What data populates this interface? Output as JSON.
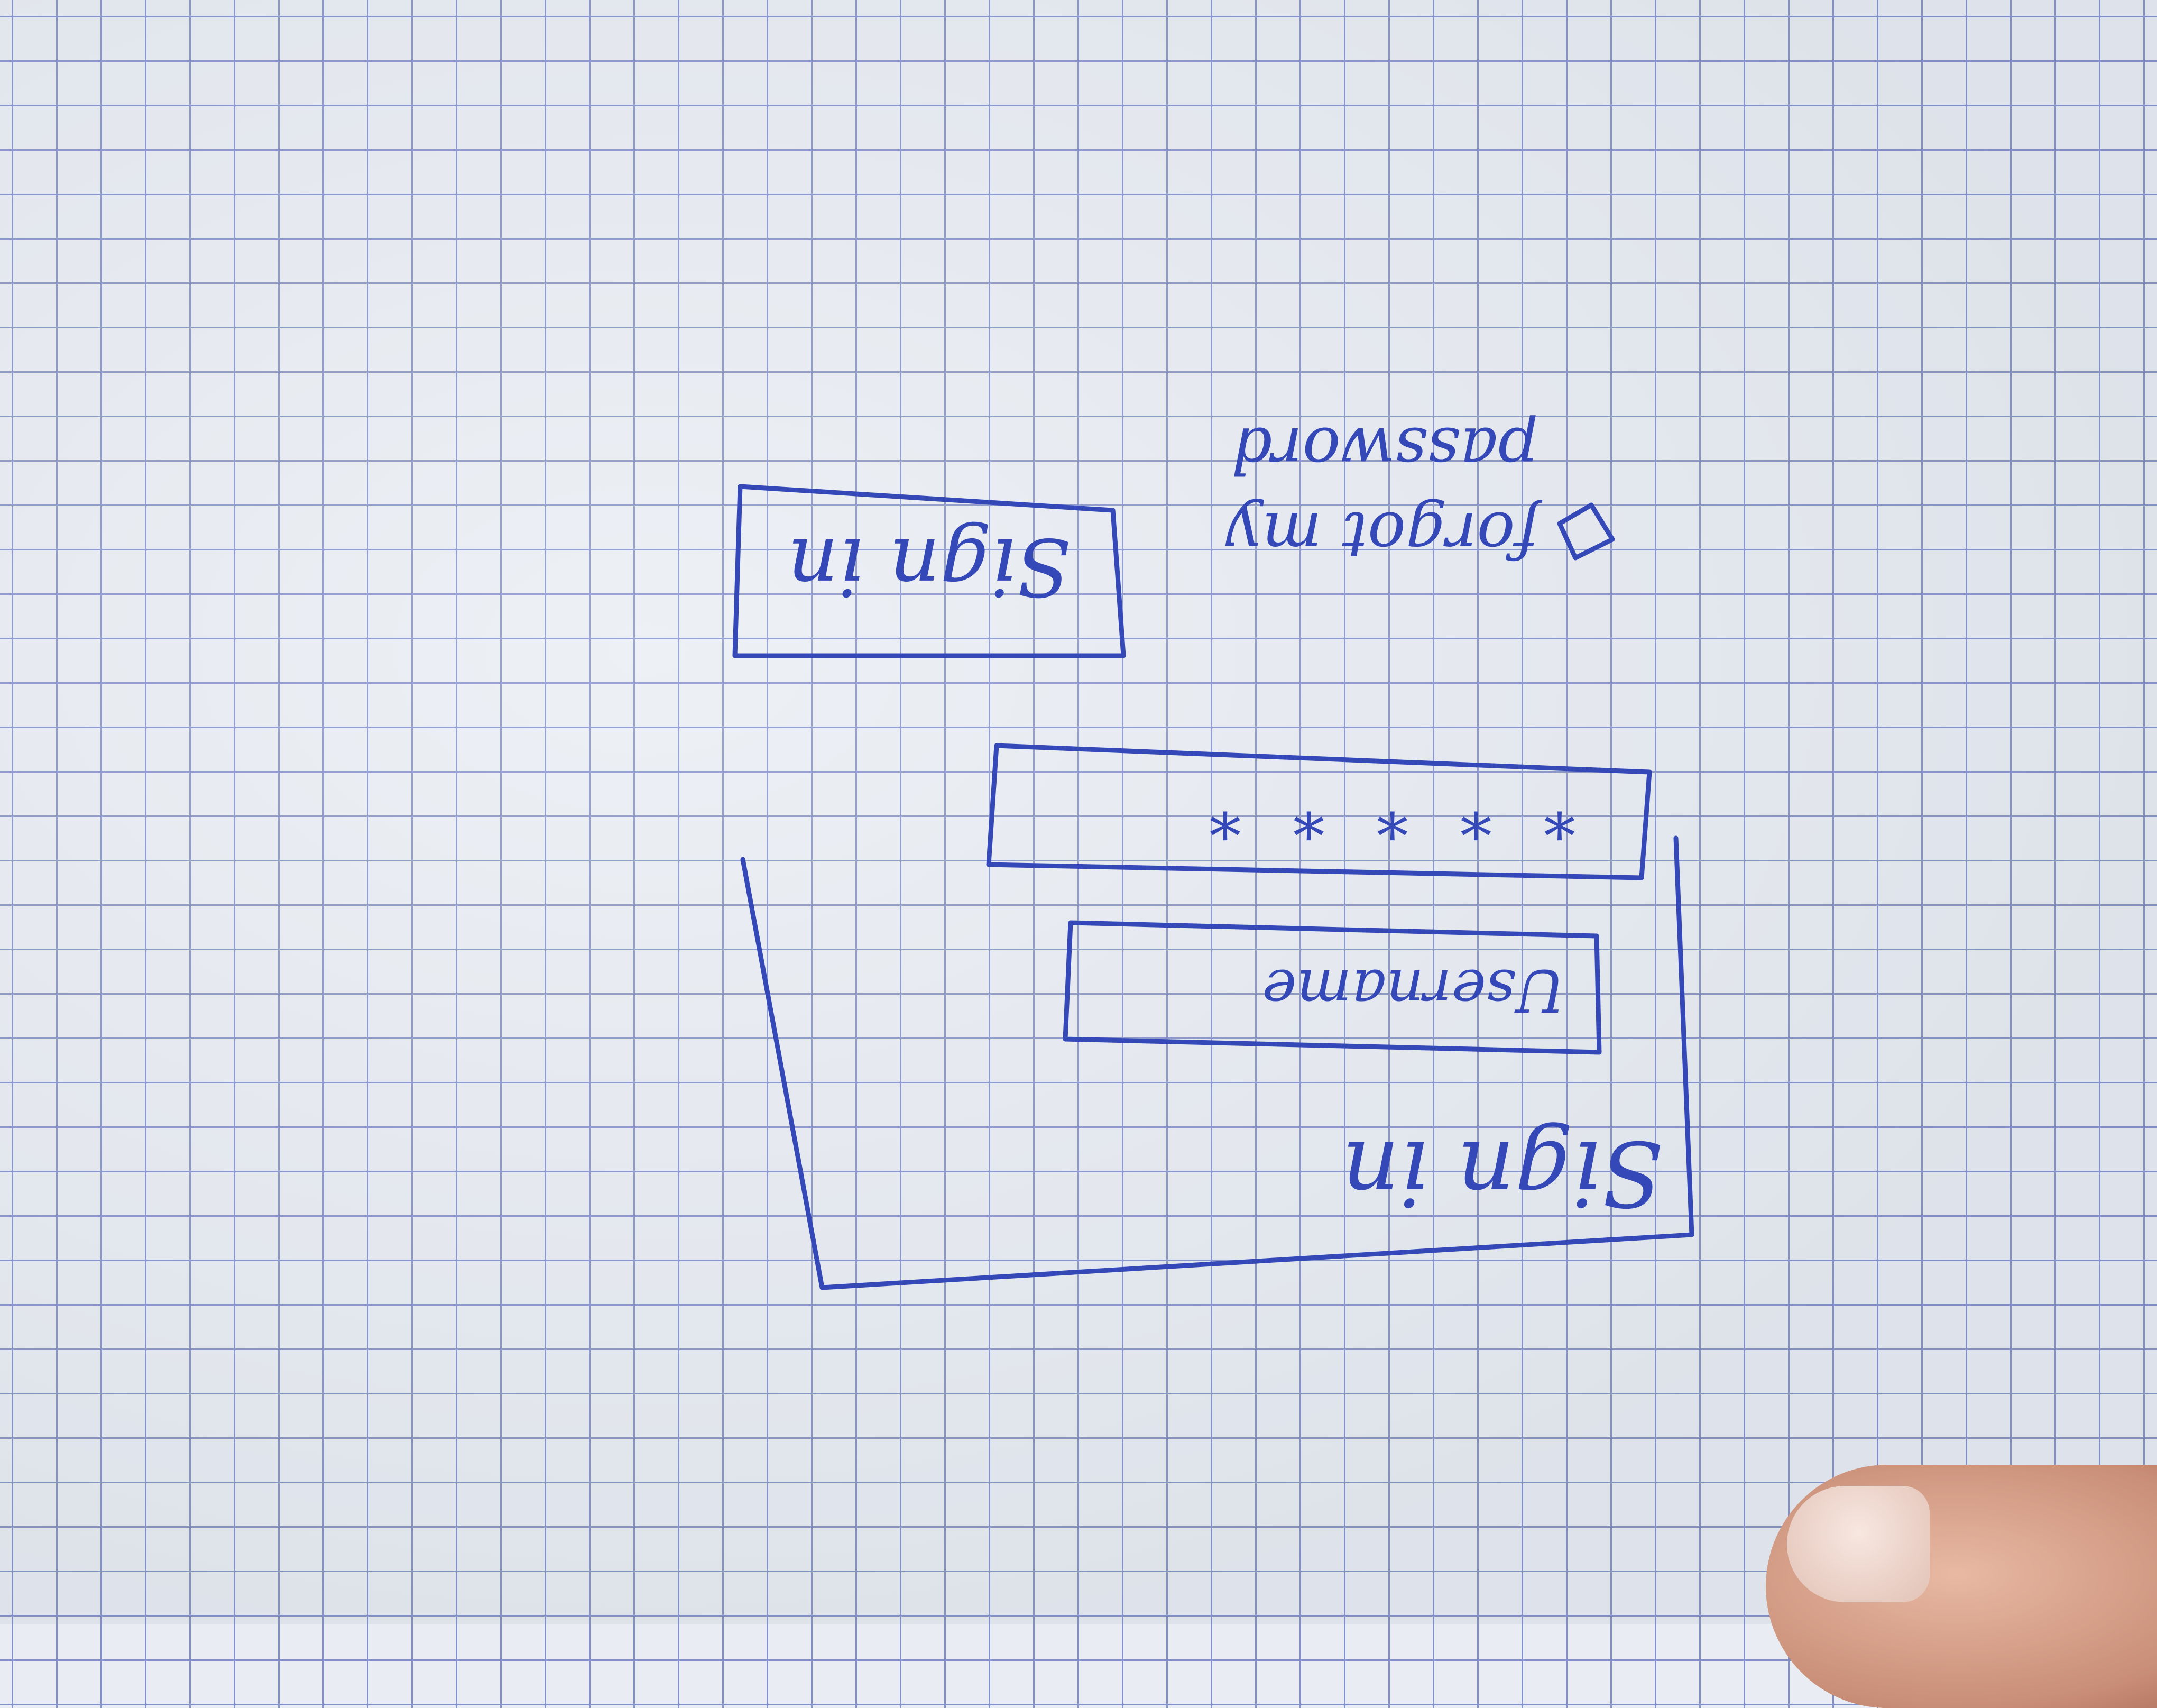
{
  "sketch": {
    "heading": "Sign in",
    "username_placeholder": "Username",
    "password_mask": "* * * * *",
    "submit_label": "Sign in",
    "forgot_label_line1": "forgot my",
    "forgot_label_line2": "password"
  },
  "colors": {
    "ink": "#3448b8",
    "paper": "#e9edf3",
    "grid": "#8390c6"
  }
}
